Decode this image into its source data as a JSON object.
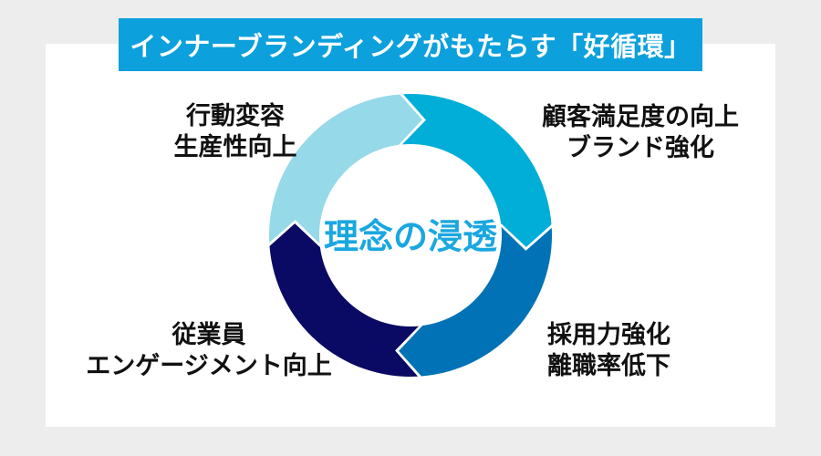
{
  "page": {
    "background_color": "#EDEDED",
    "card_color": "#FFFFFF"
  },
  "title": {
    "text": "インナーブランディングがもたらす「好循環」",
    "background_color": "#0CA0DC",
    "text_color": "#FFFFFF"
  },
  "diagram": {
    "type": "cycle",
    "direction": "clockwise",
    "center": {
      "text": "理念の浸透",
      "color": "#1AA7E0"
    },
    "ring": {
      "segments": [
        {
          "position": "top-right",
          "color": "#00AED8",
          "label": "顧客満足度の向上 ブランド強化"
        },
        {
          "position": "bottom-right",
          "color": "#0072B5",
          "label": "採用力強化 離職率低下"
        },
        {
          "position": "bottom-left",
          "color": "#0A0A64",
          "label": "従業員 エンゲージメント向上"
        },
        {
          "position": "top-left",
          "color": "#96D9E9",
          "label": "行動変容 生産性向上"
        }
      ]
    },
    "labels": {
      "top_left": {
        "line1": "行動変容",
        "line2": "生産性向上"
      },
      "top_right": {
        "line1": "顧客満足度の向上",
        "line2": "ブランド強化"
      },
      "bottom_left": {
        "line1": "従業員",
        "line2": "エンゲージメント向上"
      },
      "bottom_right": {
        "line1": "採用力強化",
        "line2": "離職率低下"
      }
    }
  }
}
